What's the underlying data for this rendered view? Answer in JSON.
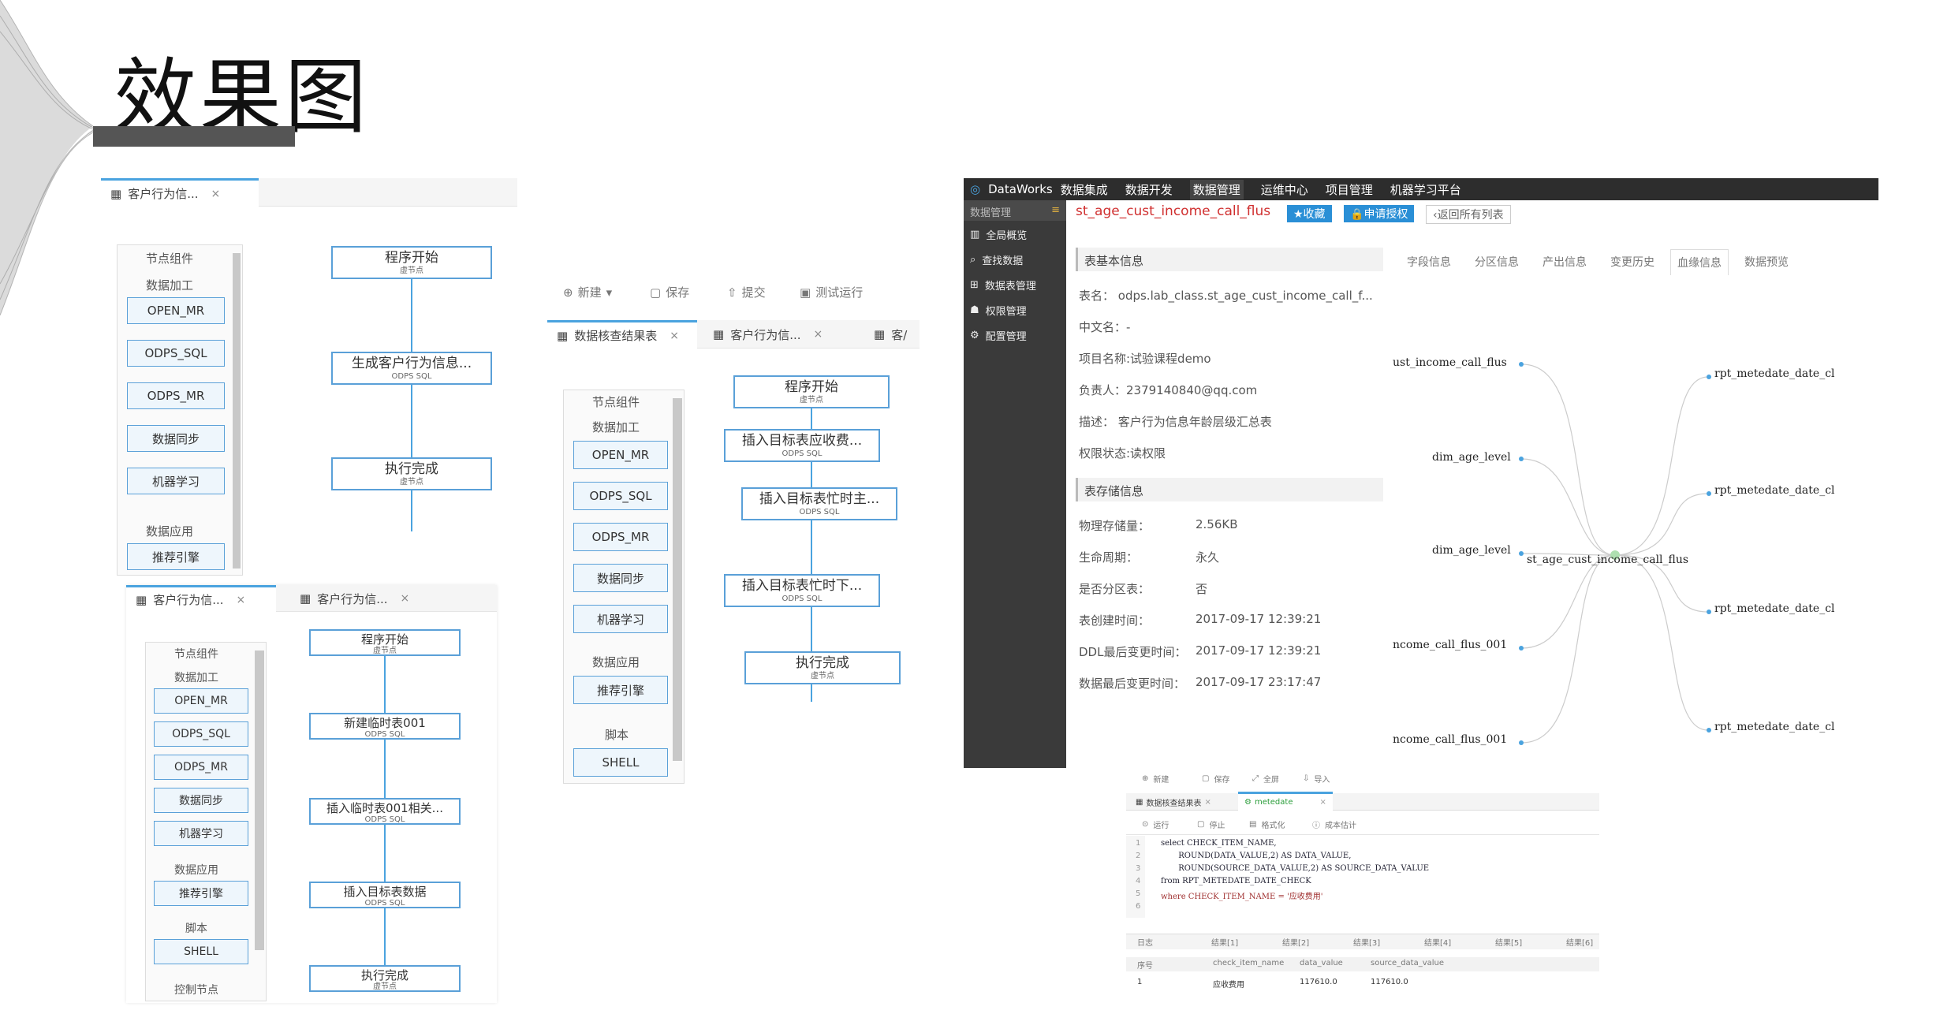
{
  "slide": {
    "title": "效果图"
  },
  "panelA": {
    "tab": "客户行为信...",
    "close": "×",
    "palette": {
      "section1": "节点组件",
      "section2": "数据加工",
      "items": [
        "OPEN_MR",
        "ODPS_SQL",
        "ODPS_MR",
        "数据同步",
        "机器学习"
      ],
      "section3": "数据应用",
      "item_rec": "推荐引擎"
    },
    "nodes": [
      {
        "title": "程序开始",
        "sub": "虚节点"
      },
      {
        "title": "生成客户行为信息...",
        "sub": "ODPS SQL"
      },
      {
        "title": "执行完成",
        "sub": "虚节点"
      }
    ]
  },
  "panelB": {
    "tabs": [
      "客户行为信...",
      "客户行为信..."
    ],
    "close": "×",
    "palette": {
      "section1": "节点组件",
      "section2": "数据加工",
      "items": [
        "OPEN_MR",
        "ODPS_SQL",
        "ODPS_MR",
        "数据同步",
        "机器学习"
      ],
      "section3": "数据应用",
      "item_rec": "推荐引擎",
      "section4": "脚本",
      "item_shell": "SHELL",
      "section5": "控制节点"
    },
    "nodes": [
      {
        "title": "程序开始",
        "sub": "虚节点"
      },
      {
        "title": "新建临时表001",
        "sub": "ODPS SQL"
      },
      {
        "title": "插入临时表001相关...",
        "sub": "ODPS SQL"
      },
      {
        "title": "插入目标表数据",
        "sub": "ODPS SQL"
      },
      {
        "title": "执行完成",
        "sub": "虚节点"
      }
    ]
  },
  "panelC": {
    "toolbar": [
      "新建",
      "保存",
      "提交",
      "测试运行"
    ],
    "tabs": [
      "数据核查结果表",
      "客户行为信...",
      "客/"
    ],
    "close": "×",
    "palette": {
      "section1": "节点组件",
      "section2": "数据加工",
      "items": [
        "OPEN_MR",
        "ODPS_SQL",
        "ODPS_MR",
        "数据同步",
        "机器学习"
      ],
      "section3": "数据应用",
      "item_rec": "推荐引擎",
      "section4": "脚本",
      "item_shell": "SHELL"
    },
    "nodes": [
      {
        "title": "程序开始",
        "sub": "虚节点"
      },
      {
        "title": "插入目标表应收费...",
        "sub": "ODPS SQL"
      },
      {
        "title": "插入目标表忙时主...",
        "sub": "ODPS SQL"
      },
      {
        "title": "插入目标表忙时下...",
        "sub": "ODPS SQL"
      },
      {
        "title": "执行完成",
        "sub": "虚节点"
      }
    ]
  },
  "dataworks": {
    "brand": "DataWorks",
    "menu": [
      "数据集成",
      "数据开发",
      "数据管理",
      "运维中心",
      "项目管理",
      "机器学习平台"
    ],
    "side_header": "数据管理",
    "side": [
      "全局概览",
      "查找数据",
      "数据表管理",
      "权限管理",
      "配置管理"
    ],
    "table_name": "st_age_cust_income_call_flus",
    "fav": "★收藏",
    "apply": "申请授权",
    "back": "返回所有列表",
    "basic_title": "表基本信息",
    "basic": [
      "表名：  odps.lab_class.st_age_cust_income_call_f...",
      "中文名：-",
      "项目名称:试验课程demo",
      "负责人：2379140840@qq.com",
      "描述：  客户行为信息年龄层级汇总表",
      "权限状态:读权限"
    ],
    "storage_title": "表存储信息",
    "storage": [
      {
        "k": "物理存储量：",
        "v": "2.56KB"
      },
      {
        "k": "生命周期：",
        "v": "永久"
      },
      {
        "k": "是否分区表：",
        "v": "否"
      },
      {
        "k": "表创建时间：",
        "v": "2017-09-17 12:39:21"
      },
      {
        "k": "DDL最后变更时间：",
        "v": "2017-09-17 12:39:21"
      },
      {
        "k": "数据最后变更时间：",
        "v": "2017-09-17 23:17:47"
      }
    ],
    "rtabs": [
      "字段信息",
      "分区信息",
      "产出信息",
      "变更历史",
      "血缘信息",
      "数据预览"
    ],
    "lineage": {
      "left": [
        "ust_income_call_flus",
        "dim_age_level",
        "dim_age_level",
        "ncome_call_flus_001",
        "ncome_call_flus_001"
      ],
      "center": "st_age_cust_income_call_flus",
      "right": [
        "rpt_metedate_date_cl",
        "rpt_metedate_date_cl",
        "rpt_metedate_date_cl",
        "rpt_metedate_date_cl"
      ]
    }
  },
  "sql": {
    "toolbar": [
      "新建",
      "保存",
      "全屏",
      "导入"
    ],
    "tabs": [
      "数据核查结果表",
      "metedate"
    ],
    "sub_toolbar": [
      "运行",
      "停止",
      "格式化",
      "成本估计"
    ],
    "lines": [
      "select CHECK_ITEM_NAME,",
      "       ROUND(DATA_VALUE,2) AS DATA_VALUE,",
      "       ROUND(SOURCE_DATA_VALUE,2) AS SOURCE_DATA_VALUE",
      "from RPT_METEDATE_DATE_CHECK",
      "where CHECK_ITEM_NAME = '应收费用'",
      ""
    ],
    "result_tabs": [
      "日志",
      "结果[1]",
      "结果[2]",
      "结果[3]",
      "结果[4]",
      "结果[5]",
      "结果[6]"
    ],
    "headers": [
      "序号",
      "check_item_name",
      "data_value",
      "source_data_value"
    ],
    "row": [
      "1",
      "应收费用",
      "117610.0",
      "117610.0"
    ]
  }
}
